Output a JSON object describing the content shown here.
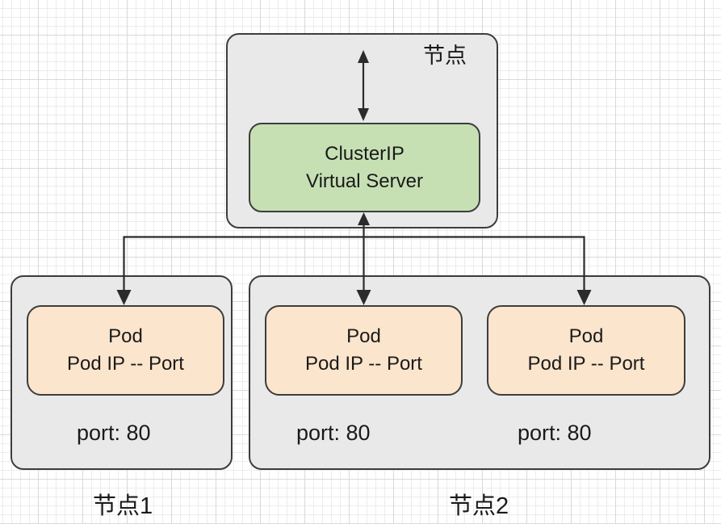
{
  "colors": {
    "canvas_bg": "#ffffff",
    "grid_minor": "#ececec",
    "grid_major": "#d9d9d9",
    "node_fill": "#e9e9e9",
    "node_border": "#3d3d3d",
    "cluster_fill": "#c6e0b4",
    "pod_fill": "#fce5cd",
    "connector": "#2b2b2b",
    "text": "#1a1a1a"
  },
  "top_node": {
    "label": "节点",
    "cluster": {
      "line1": "ClusterIP",
      "line2": "Virtual Server"
    }
  },
  "node1": {
    "label": "节点1",
    "pod": {
      "line1": "Pod",
      "line2": "Pod IP -- Port"
    },
    "port": "port: 80"
  },
  "node2": {
    "label": "节点2",
    "pod_a": {
      "line1": "Pod",
      "line2": "Pod IP -- Port"
    },
    "port_a": "port: 80",
    "pod_b": {
      "line1": "Pod",
      "line2": "Pod IP -- Port"
    },
    "port_b": "port: 80"
  }
}
